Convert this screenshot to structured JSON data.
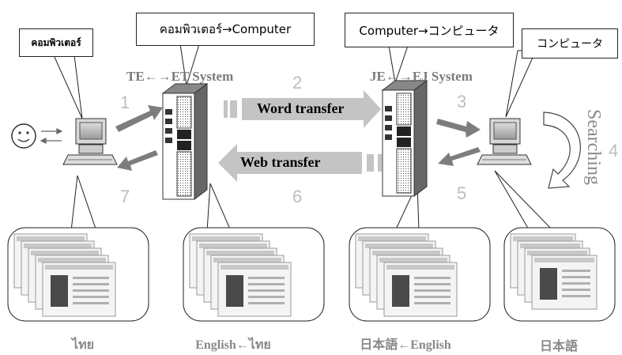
{
  "callouts": {
    "thai_user": "คอมพิวเตอร์",
    "te_translate": "คอมพิวเตอร์→Computer",
    "je_translate": "Computer→コンピュータ",
    "japanese": "コンピュータ"
  },
  "systems": {
    "te_et": "TE←→ET System",
    "je_ej": "JE←→EJ System"
  },
  "arrows": {
    "word_transfer": "Word transfer",
    "web_transfer": "Web transfer",
    "searching": "Searching"
  },
  "steps": [
    "1",
    "2",
    "3",
    "4",
    "5",
    "6",
    "7"
  ],
  "captions": {
    "thai": "ไทย",
    "english_thai": "English←ไทย",
    "japanese_english": "日本語←English",
    "japanese": "日本語"
  },
  "user_icon": "smiley-icon",
  "colors": {
    "arrow_gray": "#7d7d7d",
    "light_arrow": "#c4c4c4",
    "callout_border": "#222222"
  }
}
